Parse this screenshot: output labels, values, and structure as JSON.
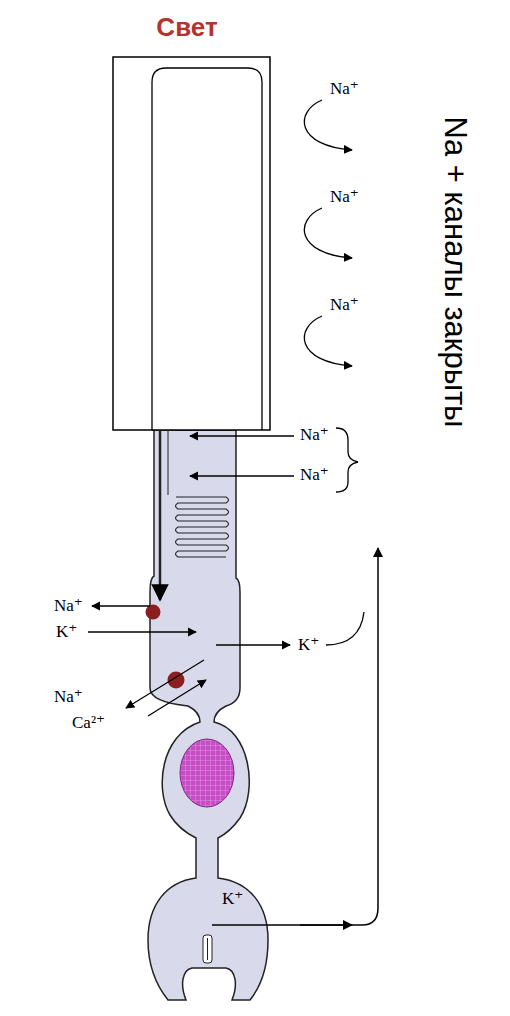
{
  "diagram": {
    "title": "Свет",
    "labels": [
      "Na⁺",
      "Na⁺",
      "Na⁺",
      "Na⁺",
      "Na⁺",
      "Na⁺",
      "K⁺",
      "K⁺",
      "Na⁺",
      "Ca²⁺",
      "K⁺",
      "Na + каналы закрыты"
    ]
  }
}
